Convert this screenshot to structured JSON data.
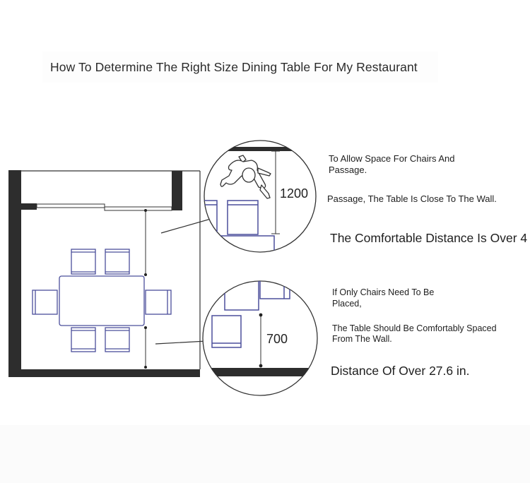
{
  "page": {
    "title": "How To Determine The Right Size Dining Table For My Restaurant"
  },
  "callouts": {
    "top": {
      "dimension": "1200",
      "line1": "To Allow Space For Chairs And",
      "line2": "Passage.",
      "line3": "Passage, The Table Is Close To The Wall.",
      "headline": "The Comfortable Distance Is Over 4"
    },
    "bottom": {
      "dimension": "700",
      "line1": "If Only Chairs Need To Be",
      "line2": "Placed,",
      "line3": "The Table Should Be Comfortably Spaced",
      "line4": "From The Wall.",
      "headline": "Distance Of Over 27.6 in."
    }
  },
  "colors": {
    "wall": "#2d2d2d",
    "furniture": "#4b4f9b",
    "line": "#333333",
    "text": "#1e1e1e"
  },
  "icons": {
    "person": "person-walking-icon"
  }
}
